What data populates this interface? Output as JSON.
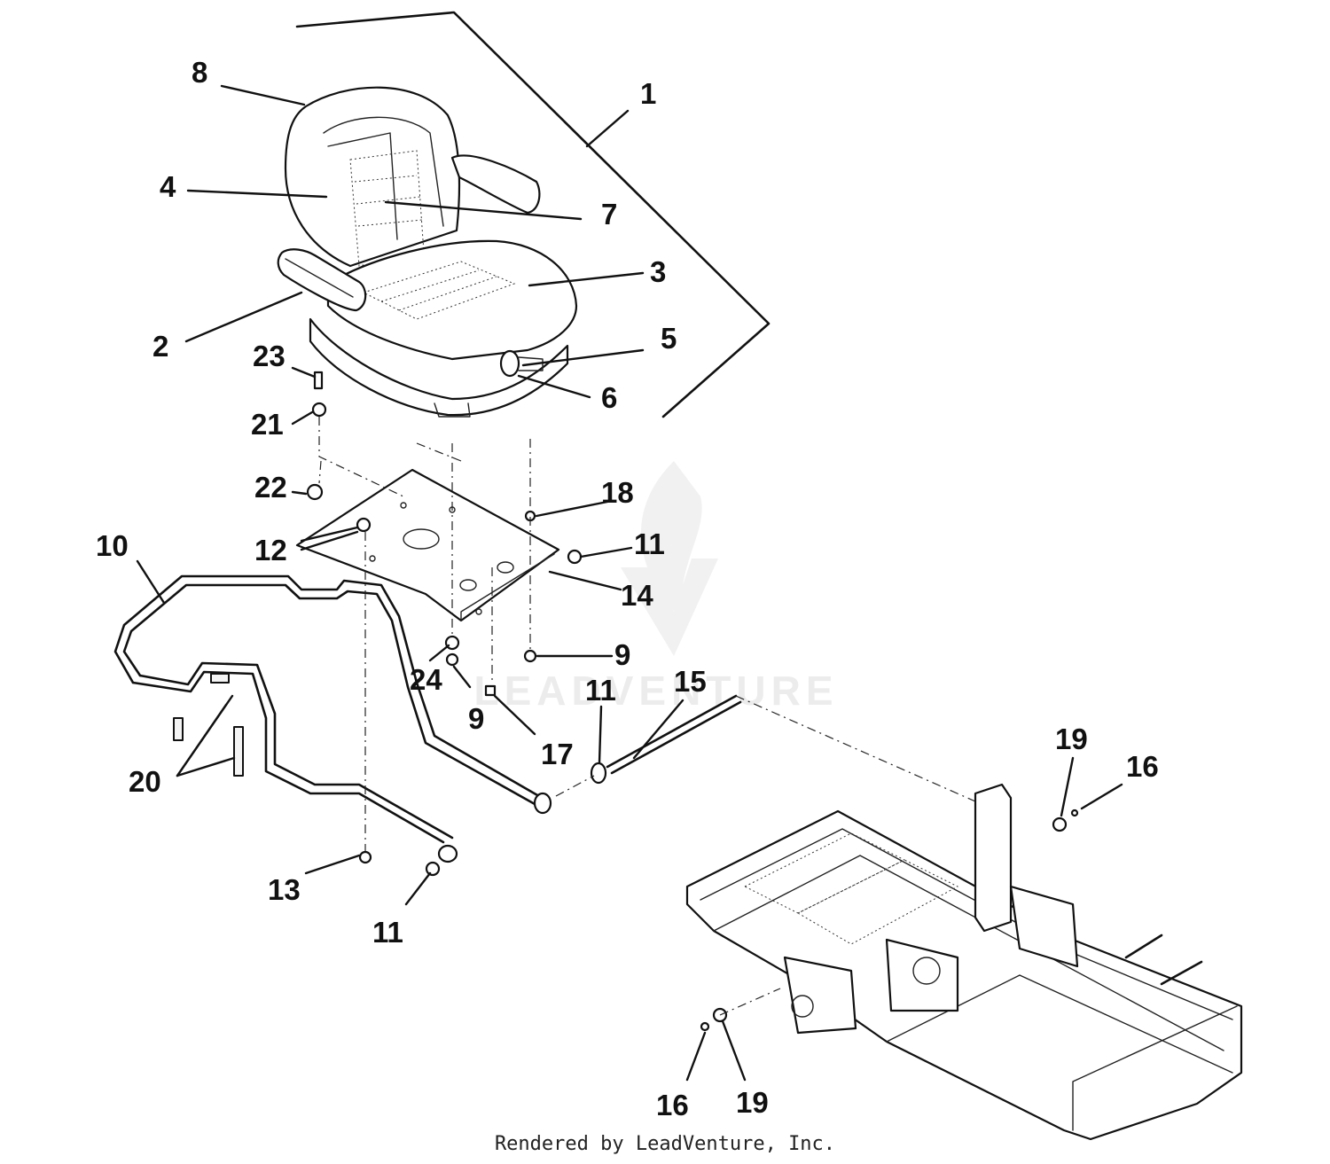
{
  "diagram": {
    "credit": "Rendered by LeadVenture, Inc.",
    "watermark": "LEADVENTURE",
    "callouts": [
      {
        "id": "c1",
        "label": "1"
      },
      {
        "id": "c2",
        "label": "2"
      },
      {
        "id": "c3",
        "label": "3"
      },
      {
        "id": "c4",
        "label": "4"
      },
      {
        "id": "c5",
        "label": "5"
      },
      {
        "id": "c6",
        "label": "6"
      },
      {
        "id": "c7",
        "label": "7"
      },
      {
        "id": "c8",
        "label": "8"
      },
      {
        "id": "c9a",
        "label": "9"
      },
      {
        "id": "c9b",
        "label": "9"
      },
      {
        "id": "c10",
        "label": "10"
      },
      {
        "id": "c11a",
        "label": "11"
      },
      {
        "id": "c11b",
        "label": "11"
      },
      {
        "id": "c11c",
        "label": "11"
      },
      {
        "id": "c12",
        "label": "12"
      },
      {
        "id": "c13",
        "label": "13"
      },
      {
        "id": "c14",
        "label": "14"
      },
      {
        "id": "c15",
        "label": "15"
      },
      {
        "id": "c16a",
        "label": "16"
      },
      {
        "id": "c16b",
        "label": "16"
      },
      {
        "id": "c17",
        "label": "17"
      },
      {
        "id": "c18",
        "label": "18"
      },
      {
        "id": "c19a",
        "label": "19"
      },
      {
        "id": "c19b",
        "label": "19"
      },
      {
        "id": "c20",
        "label": "20"
      },
      {
        "id": "c21",
        "label": "21"
      },
      {
        "id": "c22",
        "label": "22"
      },
      {
        "id": "c23",
        "label": "23"
      },
      {
        "id": "c24",
        "label": "24"
      }
    ]
  }
}
